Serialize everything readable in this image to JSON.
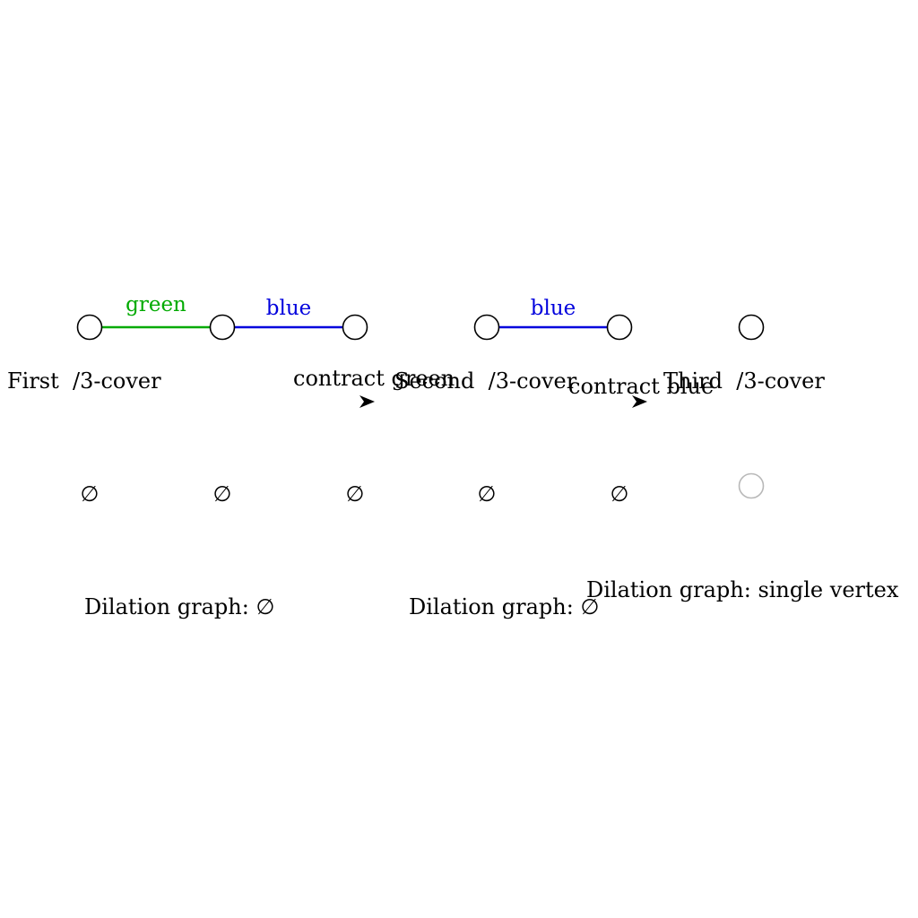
{
  "colors": {
    "green": "#00aa00",
    "blue": "#0000dd",
    "vertex_stroke": "#000000",
    "faint_vertex_stroke": "#b8b8b8"
  },
  "edge_labels": {
    "green": "green",
    "blue_first": "blue",
    "blue_second": "blue"
  },
  "cover_labels": {
    "first": "First  /3-cover",
    "second": "Second  /3-cover",
    "third": "Third  /3-cover"
  },
  "operations": {
    "contract_green": "contract green",
    "contract_blue": "contract blue"
  },
  "empty_symbol": "∅",
  "dilation_labels": {
    "first": "Dilation graph: ∅",
    "second": "Dilation graph: ∅",
    "third": "Dilation graph: single vertex"
  }
}
